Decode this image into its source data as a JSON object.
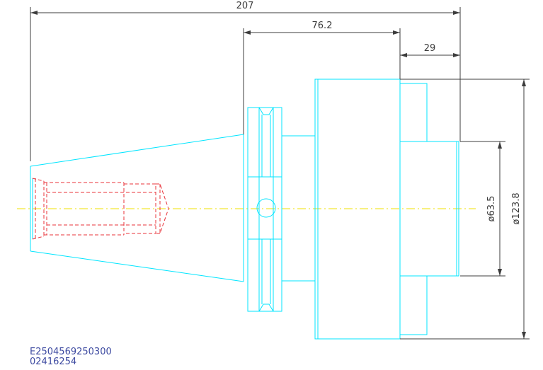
{
  "dimensions": {
    "overall_length": "207",
    "taper_length": "76.2",
    "flange_width": "29",
    "bore_diameter": "ø63.5",
    "body_diameter": "ø123.8"
  },
  "part_code": {
    "line1": "E2504569250300",
    "line2": "02416254"
  },
  "colors": {
    "outline": "#00e5ff",
    "hidden_lines": "#e8333a",
    "centerline": "#f2e000",
    "dimension": "#3c3c3c",
    "code_text": "#3c49a0"
  }
}
